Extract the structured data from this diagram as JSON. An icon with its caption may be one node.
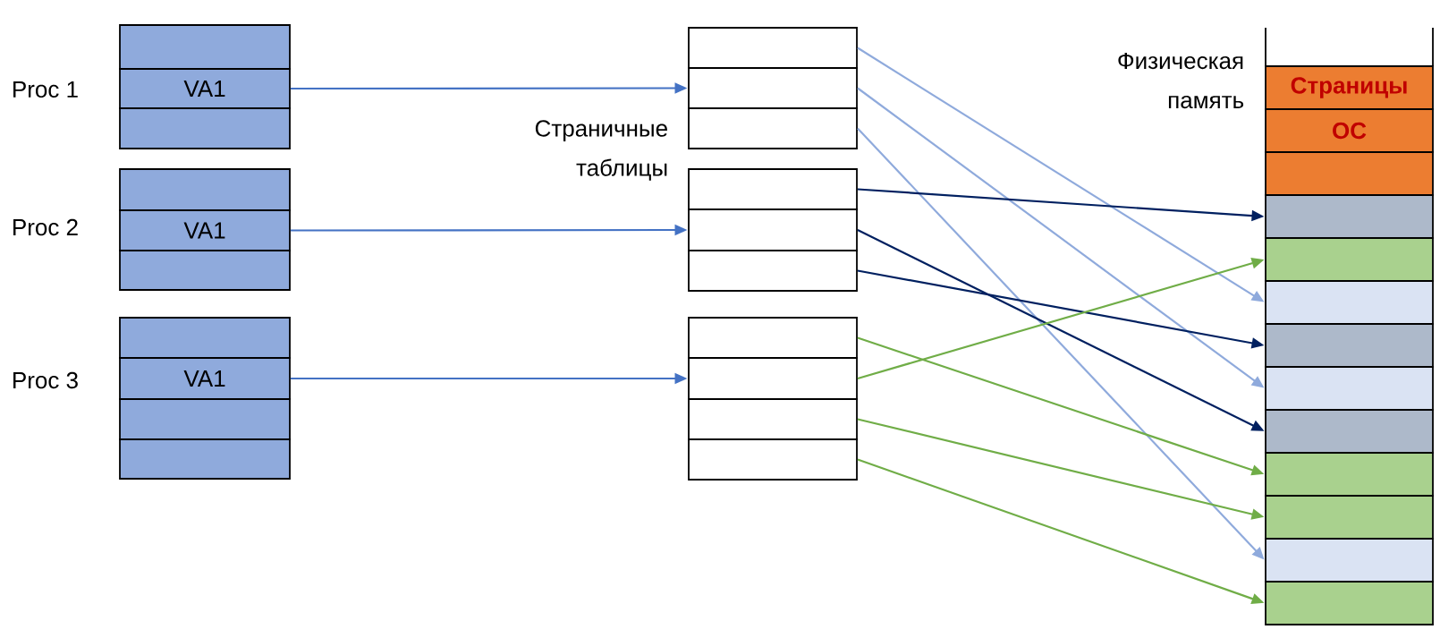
{
  "diagram": {
    "nodes": [
      {
        "text": [],
        "shape": "box"
      },
      {
        "text": [
          "VA1"
        ]
      },
      {
        "text": [],
        "shape": "box"
      },
      {
        "text": [],
        "shape": "box"
      },
      {
        "text": [
          "VA1"
        ]
      },
      {
        "text": [],
        "shape": "box"
      },
      {
        "text": [],
        "shape": "box"
      },
      {
        "text": [
          "VA1"
        ]
      },
      {
        "text": [],
        "shape": "box"
      },
      {
        "text": [],
        "shape": "box"
      },
      {
        "text": [],
        "shape": "box"
      },
      {
        "text": [],
        "shape": "box"
      },
      {
        "text": [],
        "shape": "box"
      },
      {
        "text": [],
        "shape": "box"
      },
      {
        "text": [],
        "shape": "box"
      },
      {
        "text": [],
        "shape": "box"
      },
      {
        "text": [],
        "shape": "box"
      },
      {
        "text": [],
        "shape": "box"
      },
      {
        "text": [],
        "shape": "box"
      },
      {
        "text": [],
        "shape": "box"
      },
      {
        "text": [
          "Страницы"
        ]
      },
      {
        "text": [
          "ОС"
        ]
      },
      {
        "text": [],
        "shape": "box"
      },
      {
        "text": [],
        "shape": "box"
      },
      {
        "text": [],
        "shape": "box"
      },
      {
        "text": [],
        "shape": "box"
      },
      {
        "text": [],
        "shape": "box"
      },
      {
        "text": [],
        "shape": "box"
      },
      {
        "text": [],
        "shape": "box"
      },
      {
        "text": [],
        "shape": "box"
      },
      {
        "text": [],
        "shape": "box"
      },
      {
        "text": [],
        "shape": "box"
      },
      {
        "text": [],
        "shape": "box"
      }
    ],
    "edges": [
      {
        "from": 1,
        "to": 11,
        "arrow": "to",
        "color": "#4472c4"
      },
      {
        "from": 4,
        "to": 14,
        "arrow": "to",
        "color": "#4472c4"
      },
      {
        "from": 7,
        "to": 17,
        "arrow": "to",
        "color": "#4472c4"
      },
      {
        "from": 10,
        "to": 25,
        "arrow": "to",
        "color": "#8faadc"
      },
      {
        "from": 11,
        "to": 27,
        "arrow": "to",
        "color": "#8faadc"
      },
      {
        "from": 12,
        "to": 31,
        "arrow": "to",
        "color": "#8faadc"
      },
      {
        "from": 13,
        "to": 23,
        "arrow": "to",
        "color": "#002060"
      },
      {
        "from": 14,
        "to": 28,
        "arrow": "to",
        "color": "#002060"
      },
      {
        "from": 15,
        "to": 26,
        "arrow": "to",
        "color": "#002060"
      },
      {
        "from": 16,
        "to": 29,
        "arrow": "to"
      },
      {
        "from": 17,
        "to": 24,
        "arrow": "to"
      },
      {
        "from": 18,
        "to": 30,
        "arrow": "to"
      },
      {
        "from": 19,
        "to": 32,
        "arrow": "to"
      }
    ],
    "labels": [
      "Proc 1",
      "Физическая память",
      "Страничные таблицы",
      "Proc 2",
      "Proc 3"
    ]
  }
}
